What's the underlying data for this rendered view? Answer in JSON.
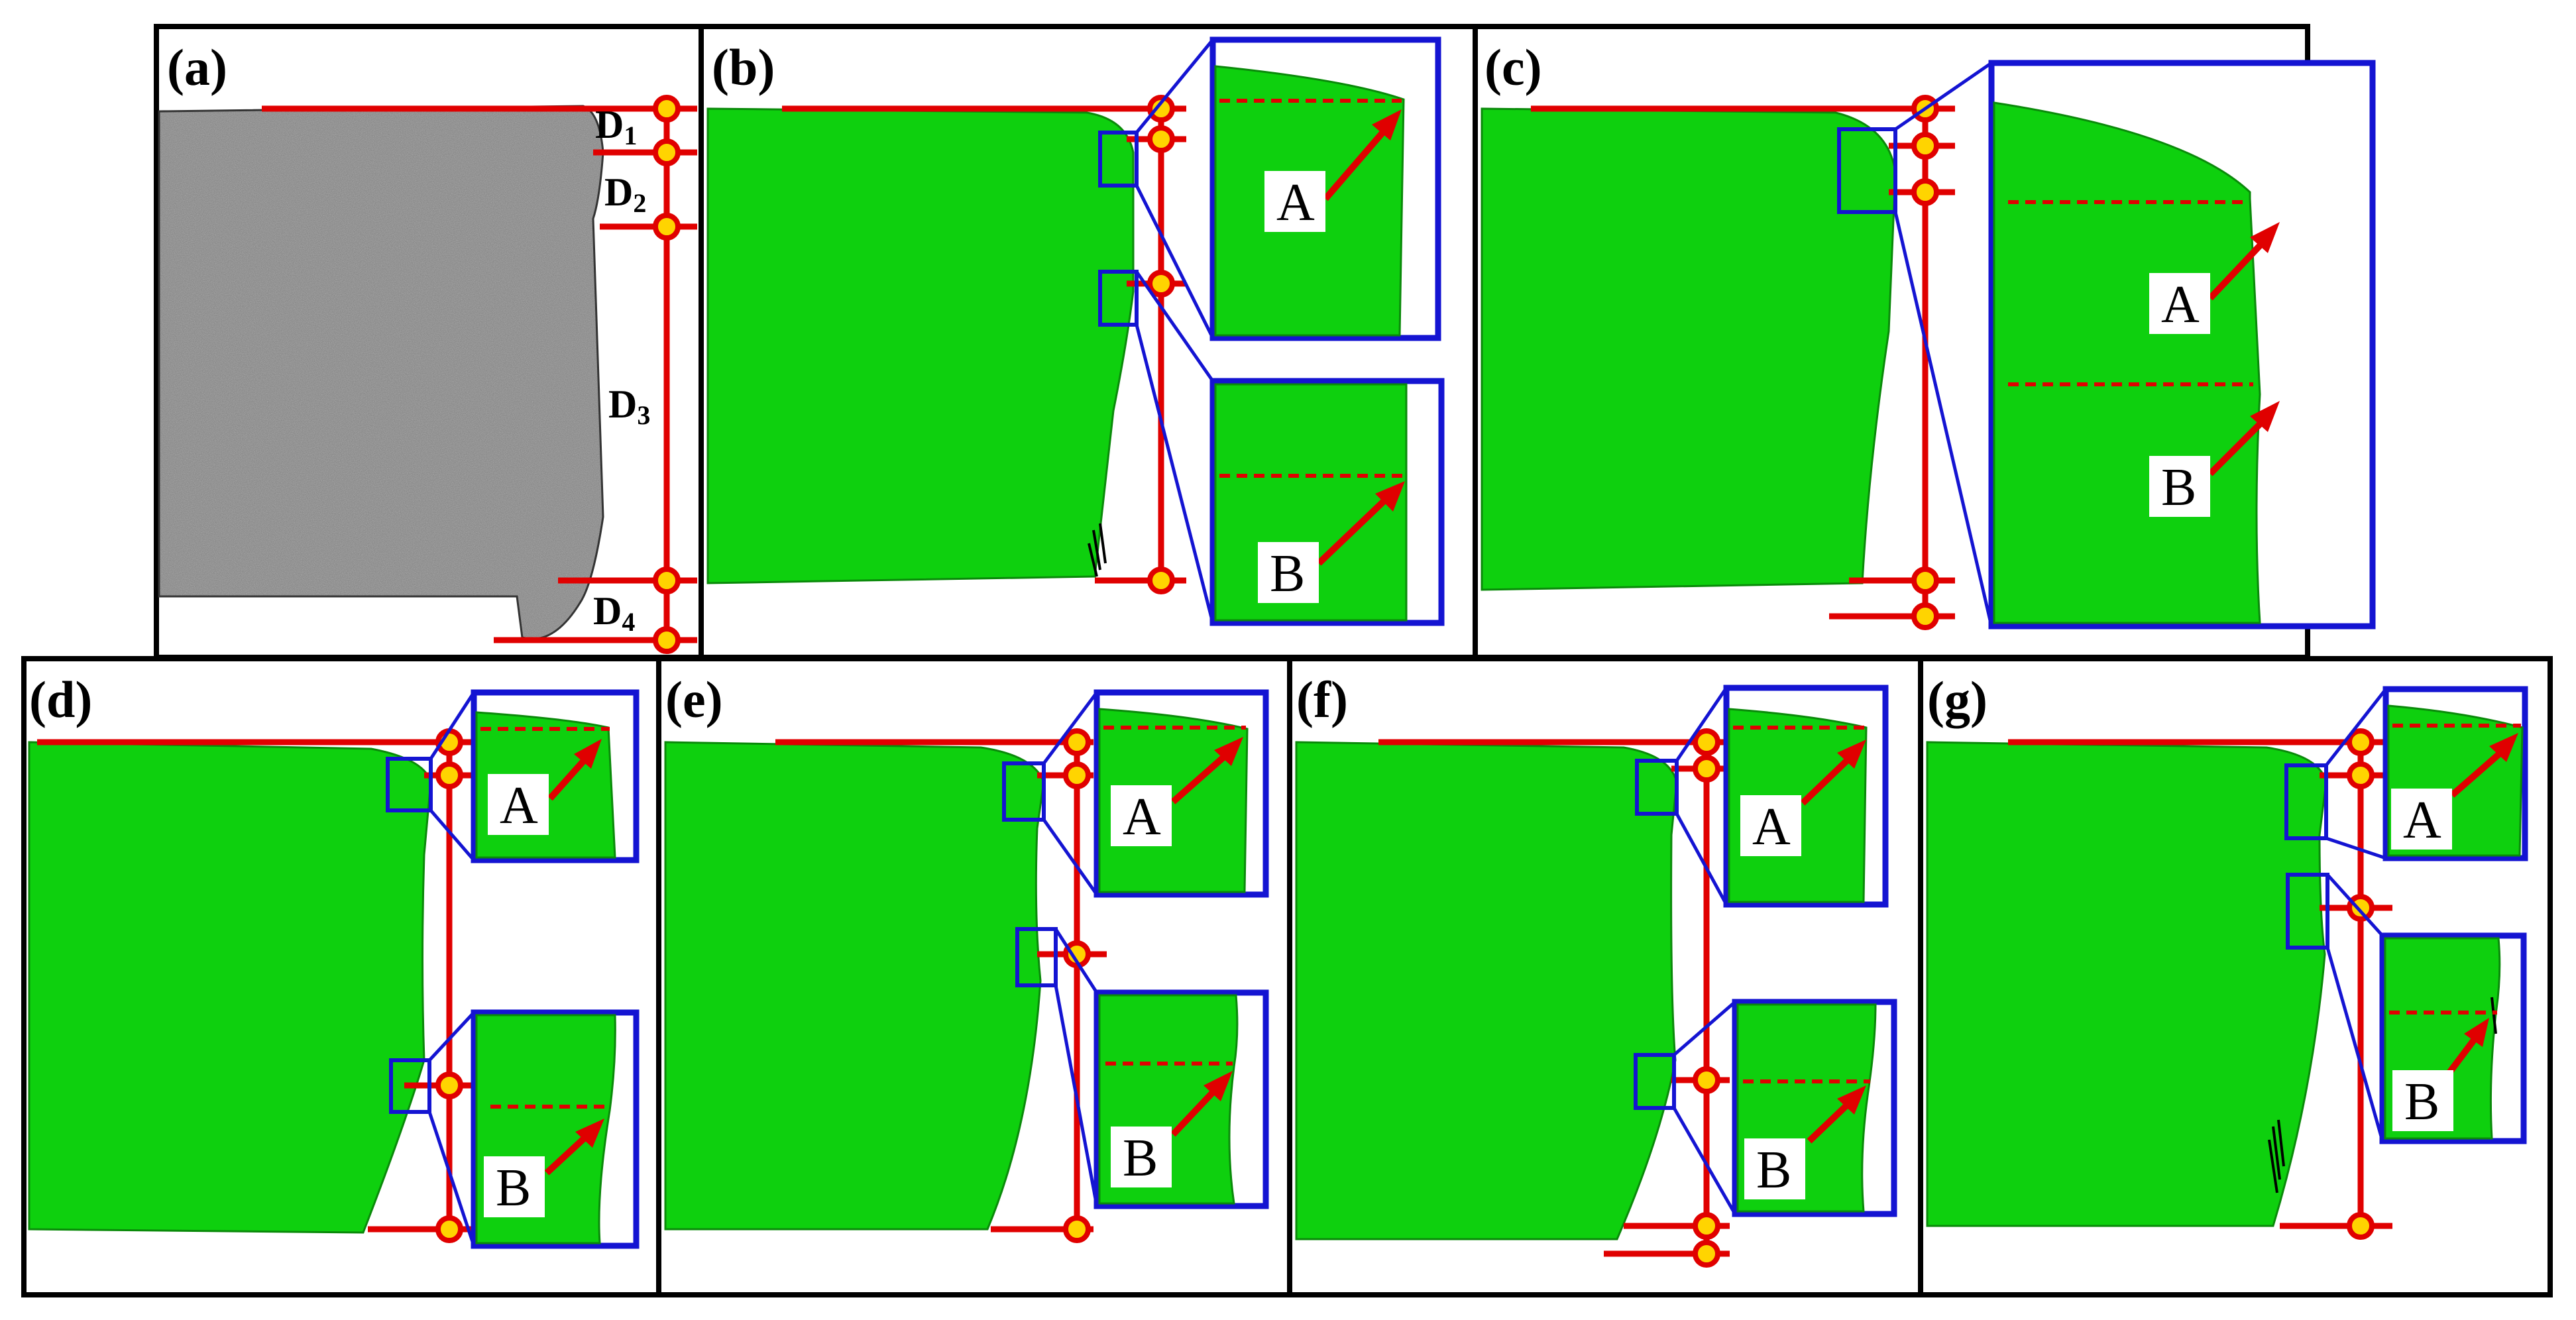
{
  "figure": {
    "panels": [
      {
        "id": "a",
        "label": "(a)",
        "kind": "photo",
        "dimension_labels": [
          {
            "main": "D",
            "sub": "1"
          },
          {
            "main": "D",
            "sub": "2"
          },
          {
            "main": "D",
            "sub": "3"
          },
          {
            "main": "D",
            "sub": "4"
          }
        ]
      },
      {
        "id": "b",
        "label": "(b)",
        "kind": "simulation",
        "callouts": [
          "A",
          "B"
        ]
      },
      {
        "id": "c",
        "label": "(c)",
        "kind": "simulation",
        "callouts": [
          "A",
          "B"
        ]
      },
      {
        "id": "d",
        "label": "(d)",
        "kind": "simulation",
        "callouts": [
          "A",
          "B"
        ]
      },
      {
        "id": "e",
        "label": "(e)",
        "kind": "simulation",
        "callouts": [
          "A",
          "B"
        ]
      },
      {
        "id": "f",
        "label": "(f)",
        "kind": "simulation",
        "callouts": [
          "A",
          "B"
        ]
      },
      {
        "id": "g",
        "label": "(g)",
        "kind": "simulation",
        "callouts": [
          "A",
          "B"
        ]
      }
    ],
    "colors": {
      "part_fill": "#0ed00e",
      "dimension_lines": "#e00000",
      "nodes": "#ffd400",
      "zoom_frames": "#1414d2",
      "photo_base": "#8a8a8a"
    }
  }
}
